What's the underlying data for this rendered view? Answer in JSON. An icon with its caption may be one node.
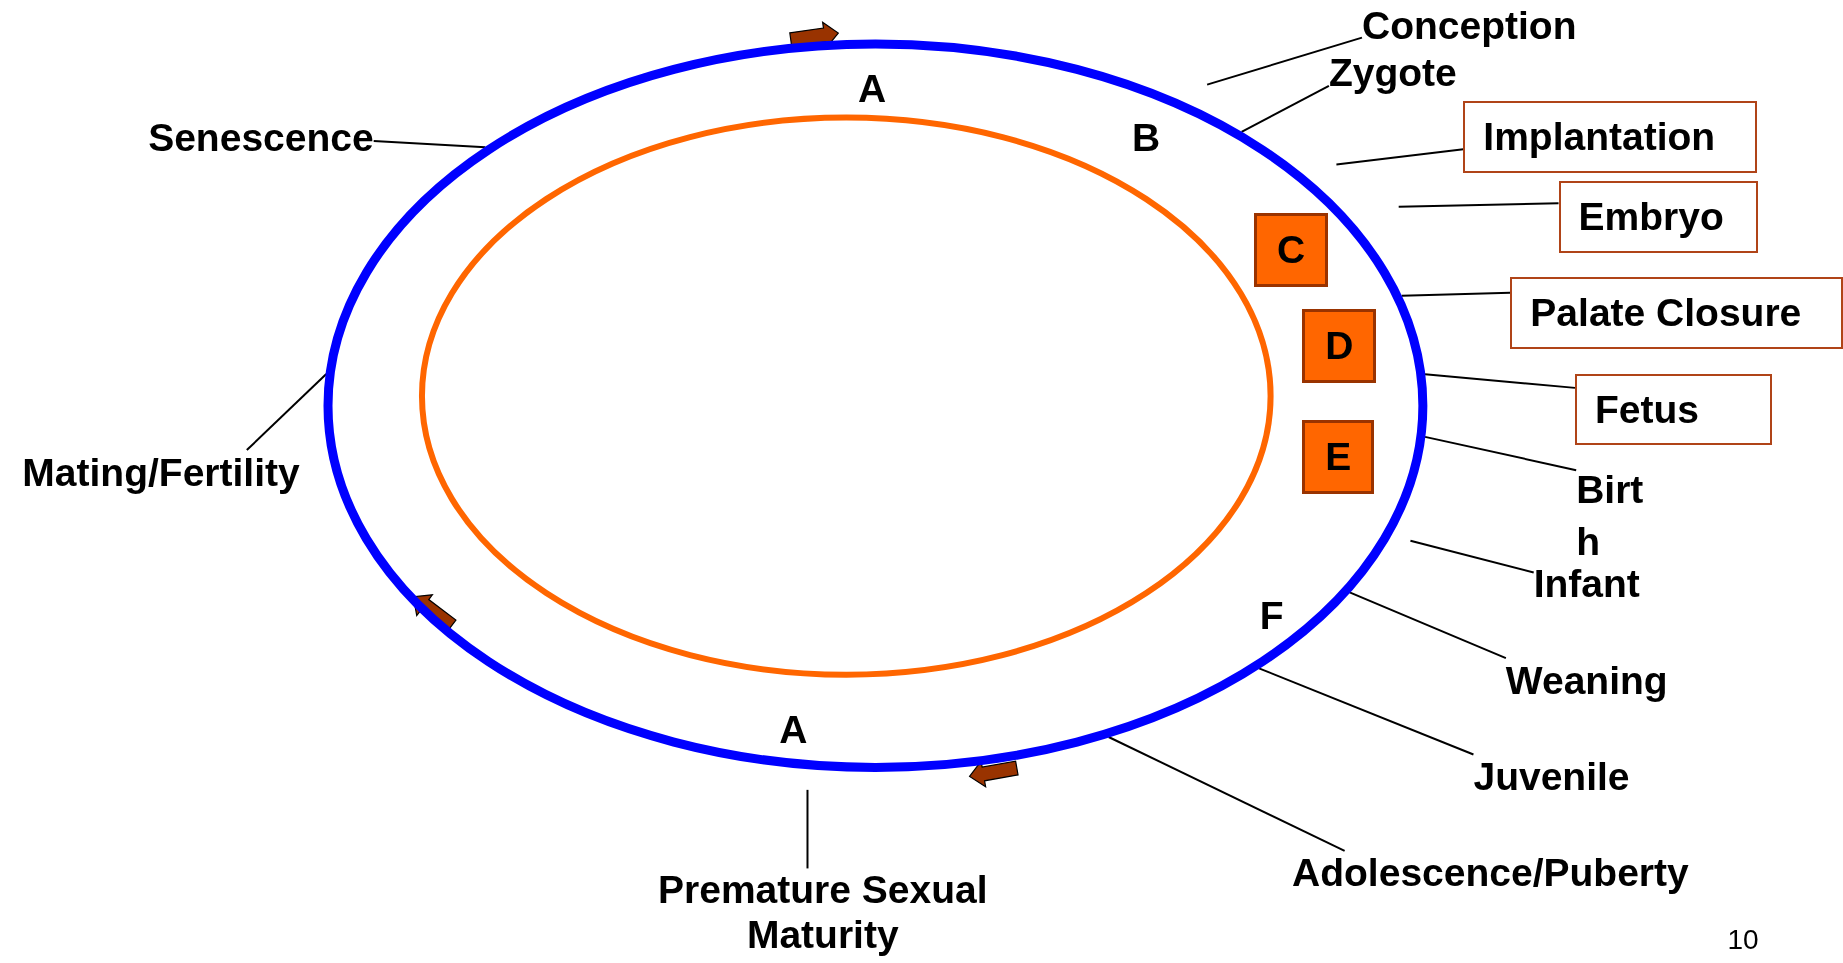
{
  "diagram": {
    "nodes": [
      {
        "text": [],
        "shape": "ellipse"
      },
      {
        "text": [
          "Conception"
        ]
      },
      {
        "text": [
          "Senescence"
        ]
      },
      {
        "text": [
          "Zygote"
        ]
      },
      {
        "text": [
          "Implantation"
        ]
      },
      {
        "text": [
          "Embryo"
        ]
      },
      {
        "text": [
          "C"
        ],
        "in": 0
      },
      {
        "text": [
          "Palate Closure"
        ]
      },
      {
        "text": [
          "D"
        ],
        "in": 0
      },
      {
        "text": [
          "Fetus"
        ]
      },
      {
        "text": [
          "Mating/Fertility"
        ]
      },
      {
        "text": [
          "E"
        ],
        "in": 0
      },
      {
        "text": [
          "Birth"
        ]
      },
      {
        "text": [
          "Infant"
        ]
      },
      {
        "text": [
          "Weaning"
        ]
      },
      {
        "text": [
          "Juvenile"
        ]
      },
      {
        "text": [
          "Adolescence/Puberty"
        ]
      },
      {
        "text": [
          "Premature Sexual Maturity"
        ]
      }
    ],
    "edges": [
      {
        "from": 1,
        "to": null,
        "arrow": "none"
      },
      {
        "from": 2,
        "to": 0,
        "arrow": "none"
      },
      {
        "from": 3,
        "to": 0,
        "arrow": "none"
      },
      {
        "from": 4,
        "to": null,
        "arrow": "none"
      },
      {
        "from": 5,
        "to": null,
        "arrow": "none"
      },
      {
        "from": 7,
        "to": 0,
        "arrow": "none"
      },
      {
        "from": 9,
        "to": 0,
        "arrow": "none"
      },
      {
        "from": 10,
        "to": 0,
        "arrow": "none"
      },
      {
        "from": 12,
        "to": 0,
        "arrow": "none"
      },
      {
        "from": 13,
        "to": null,
        "arrow": "none"
      },
      {
        "from": 14,
        "to": 0,
        "arrow": "none"
      },
      {
        "from": 15,
        "to": 0,
        "arrow": "none"
      },
      {
        "from": 16,
        "to": 0,
        "arrow": "none"
      },
      {
        "from": 17,
        "to": null,
        "arrow": "none"
      }
    ],
    "labels": [
      "A",
      "B",
      "F",
      "A",
      "10"
    ]
  }
}
